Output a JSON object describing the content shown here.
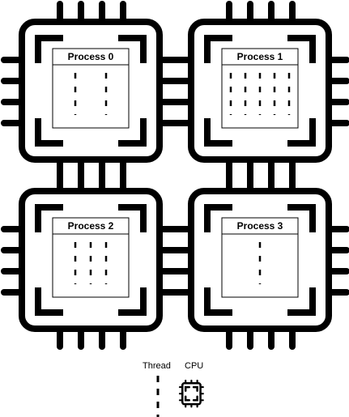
{
  "processes": [
    {
      "title": "Process 0",
      "threads": 2,
      "rows": 3
    },
    {
      "title": "Process 1",
      "threads": 5,
      "rows": 3
    },
    {
      "title": "Process 2",
      "threads": 3,
      "rows": 3
    },
    {
      "title": "Process 3",
      "threads": 1,
      "rows": 3
    }
  ],
  "legend": {
    "thread_label": "Thread",
    "cpu_label": "CPU"
  },
  "colors": {
    "stroke": "#000000",
    "background": "#ffffff"
  },
  "icons": [
    "cpu-chip-icon",
    "thread-dash-icon"
  ]
}
